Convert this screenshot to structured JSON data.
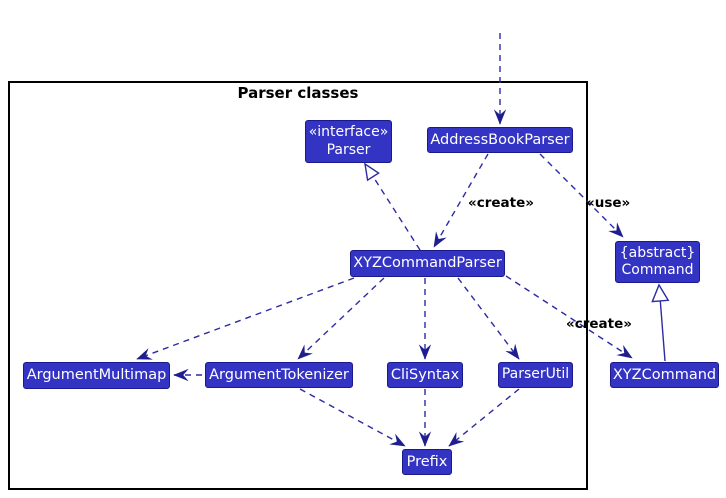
{
  "diagram": {
    "title": "Parser classes",
    "colors": {
      "class_fill": "#3333C4",
      "class_border": "#1A1A8C",
      "class_text": "#FFFFFF",
      "arrow": "#2B2BA3",
      "frame_border": "#000000",
      "label_text": "#000000"
    },
    "classes": [
      {
        "id": "parser",
        "stereotype": "«interface»",
        "name": "Parser"
      },
      {
        "id": "address_book_parser",
        "name": "AddressBookParser"
      },
      {
        "id": "xyz_command_parser",
        "name": "XYZCommandParser"
      },
      {
        "id": "command",
        "stereotype": "{abstract}",
        "name": "Command"
      },
      {
        "id": "argument_multimap",
        "name": "ArgumentMultimap"
      },
      {
        "id": "argument_tokenizer",
        "name": "ArgumentTokenizer"
      },
      {
        "id": "cli_syntax",
        "name": "CliSyntax"
      },
      {
        "id": "parser_util",
        "name": "ParserUtil"
      },
      {
        "id": "xyz_command",
        "name": "XYZCommand"
      },
      {
        "id": "prefix",
        "name": "Prefix"
      }
    ],
    "labels": {
      "create_left": "«create»",
      "use_right": "«use»",
      "create_right": "«create»"
    },
    "relationships": [
      {
        "from": "(external)",
        "to": "AddressBookParser",
        "type": "dependency-dashed"
      },
      {
        "from": "AddressBookParser",
        "to": "XYZCommandParser",
        "type": "dependency-dashed",
        "label": "«create»"
      },
      {
        "from": "AddressBookParser",
        "to": "Command",
        "type": "dependency-dashed",
        "label": "«use»"
      },
      {
        "from": "XYZCommandParser",
        "to": "Parser",
        "type": "realization-dashed-hollow-triangle"
      },
      {
        "from": "XYZCommandParser",
        "to": "ArgumentMultimap",
        "type": "dependency-dashed"
      },
      {
        "from": "XYZCommandParser",
        "to": "ArgumentTokenizer",
        "type": "dependency-dashed"
      },
      {
        "from": "XYZCommandParser",
        "to": "CliSyntax",
        "type": "dependency-dashed"
      },
      {
        "from": "XYZCommandParser",
        "to": "ParserUtil",
        "type": "dependency-dashed"
      },
      {
        "from": "XYZCommandParser",
        "to": "XYZCommand",
        "type": "dependency-dashed",
        "label": "«create»"
      },
      {
        "from": "ArgumentTokenizer",
        "to": "ArgumentMultimap",
        "type": "dependency-dashed"
      },
      {
        "from": "ArgumentTokenizer",
        "to": "Prefix",
        "type": "dependency-dashed"
      },
      {
        "from": "CliSyntax",
        "to": "Prefix",
        "type": "dependency-dashed"
      },
      {
        "from": "ParserUtil",
        "to": "Prefix",
        "type": "dependency-dashed"
      },
      {
        "from": "XYZCommand",
        "to": "Command",
        "type": "inheritance-solid-hollow-triangle"
      }
    ]
  }
}
